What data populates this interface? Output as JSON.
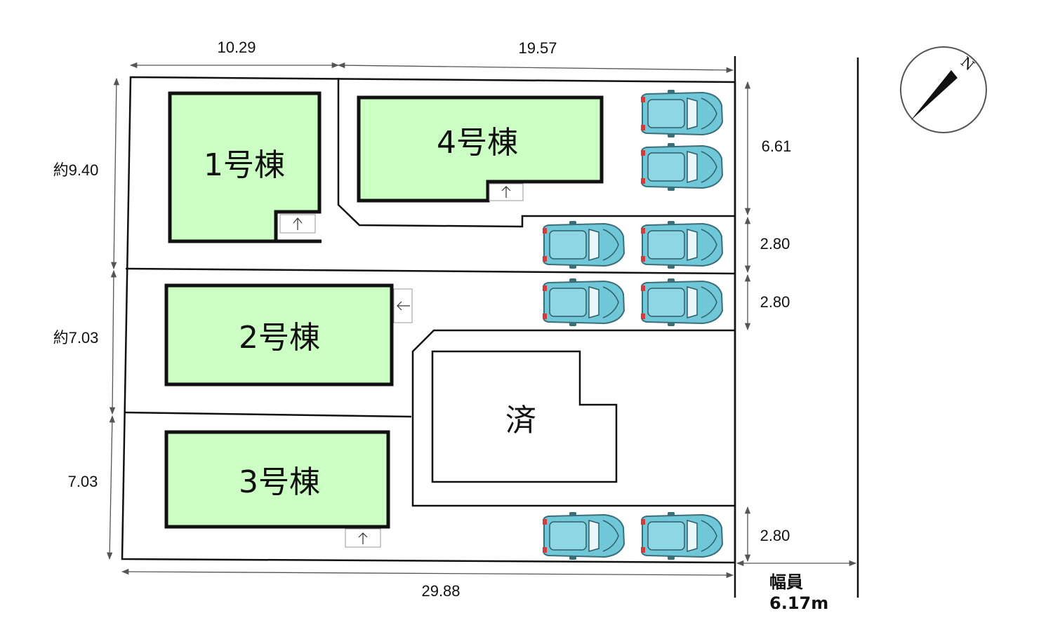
{
  "dimensions": {
    "top_left": "10.29",
    "top_right": "19.57",
    "bottom": "29.88",
    "left_1": "約9.40",
    "left_2": "約7.03",
    "left_3": "7.03",
    "right_1": "6.61",
    "right_2": "2.80",
    "right_3": "2.80",
    "right_4": "2.80"
  },
  "buildings": {
    "b1": "1号棟",
    "b2": "2号棟",
    "b3": "3号棟",
    "b4": "4号棟",
    "sold": "済"
  },
  "road": {
    "label_line1": "幅員",
    "label_line2": "6.17m"
  },
  "compass": {
    "label": "N"
  },
  "colors": {
    "house_fill": "#ccffc4",
    "car_body": "#6fc7d8"
  },
  "icons": [
    "car-icon",
    "compass-icon",
    "entrance-arrow-icon"
  ]
}
